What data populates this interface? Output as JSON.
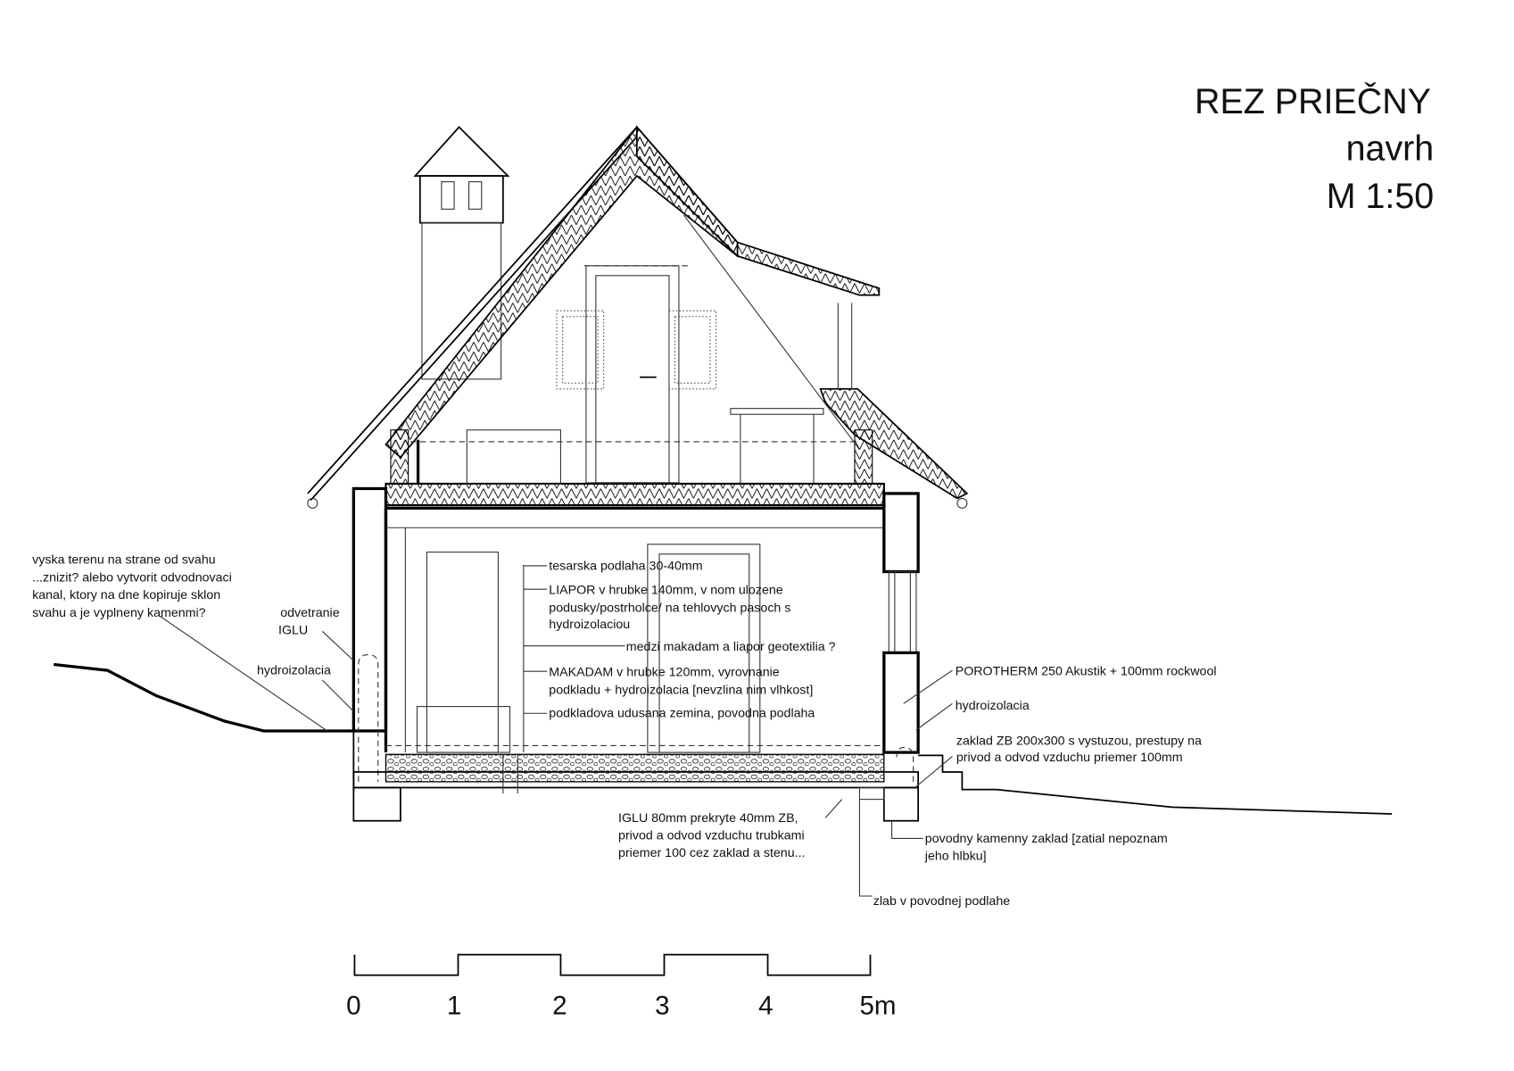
{
  "title": {
    "line1": "REZ PRIEČNY",
    "line2": "navrh",
    "line3": "M 1:50"
  },
  "labels": {
    "terrain": [
      "vyska terenu na strane od svahu",
      "...znizit? alebo vytvorit odvodnovaci",
      "kanal, ktory na dne kopiruje sklon",
      "svahu a je vyplneny kamenmi?"
    ],
    "vent": [
      "odvetranie",
      "IGLU"
    ],
    "hydro_left": "hydroizolacia",
    "floor1": "tesarska podlaha 30-40mm",
    "floor2": [
      "LIAPOR v hrubke 140mm, v nom ulozene",
      "podusky/postrholce/ na tehlovych pasoch s",
      "hydroizolaciou"
    ],
    "floor3": "medzi makadam a liapor geotextilia ?",
    "floor4": [
      "MAKADAM v hrubke 120mm, vyrovnanie",
      "podkladu + hydroizolacia [nevzlina nim vlhkost]"
    ],
    "floor5": "podkladova udusana zemina, povodna podlaha",
    "wall": "POROTHERM 250 Akustik + 100mm rockwool",
    "hydro_right": "hydroizolacia",
    "foundation": [
      "zaklad ZB 200x300 s vystuzou, prestupy na",
      "privod a odvod vzduchu priemer 100mm"
    ],
    "iglu": [
      "IGLU 80mm prekryte 40mm ZB,",
      "privod a odvod vzduchu trubkami",
      "priemer 100 cez zaklad a stenu..."
    ],
    "old_foundation": [
      "povodny kamenny zaklad [zatial nepoznam",
      "jeho hlbku]"
    ],
    "gutter": "zlab v povodnej podlahe"
  },
  "scale_bar": {
    "ticks": [
      "0",
      "1",
      "2",
      "3",
      "4",
      "5m"
    ]
  }
}
